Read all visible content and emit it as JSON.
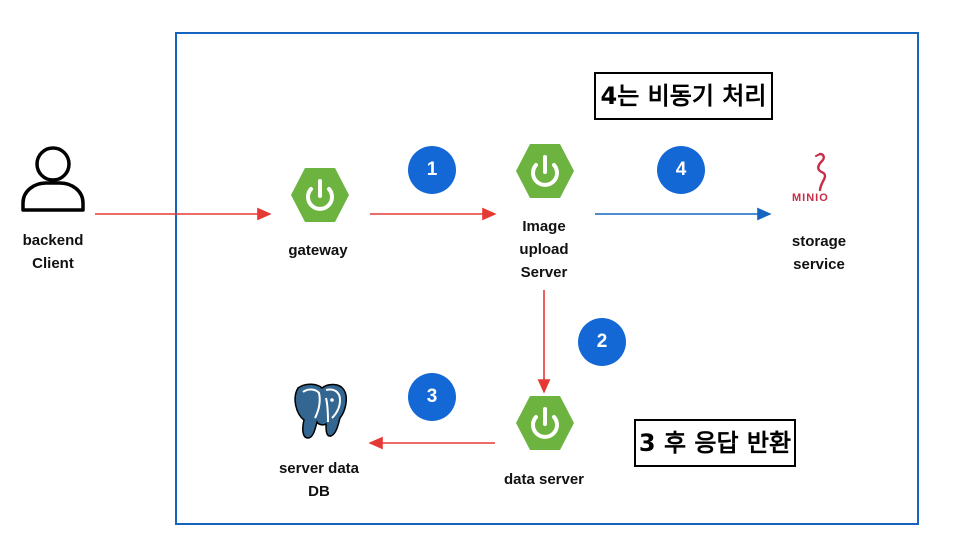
{
  "nodes": {
    "client": {
      "label": "backend\nClient"
    },
    "gateway": {
      "label": "gateway"
    },
    "upload": {
      "label": "Image\nupload\nServer"
    },
    "storage": {
      "label": "storage\nservice",
      "logo_text": "MINIO"
    },
    "data_server": {
      "label": "data server"
    },
    "db": {
      "label": "server data\nDB"
    }
  },
  "notes": {
    "async": "4는 비동기 처리",
    "response": "3 후 응답 반환"
  },
  "steps": [
    "1",
    "2",
    "3",
    "4"
  ],
  "colors": {
    "frame": "#1565c0",
    "arrow_red": "#e53935",
    "arrow_blue": "#1565c0",
    "badge": "#1368d6",
    "spring_green": "#6db33f",
    "postgres_blue": "#336791",
    "minio_red": "#c72c48"
  }
}
